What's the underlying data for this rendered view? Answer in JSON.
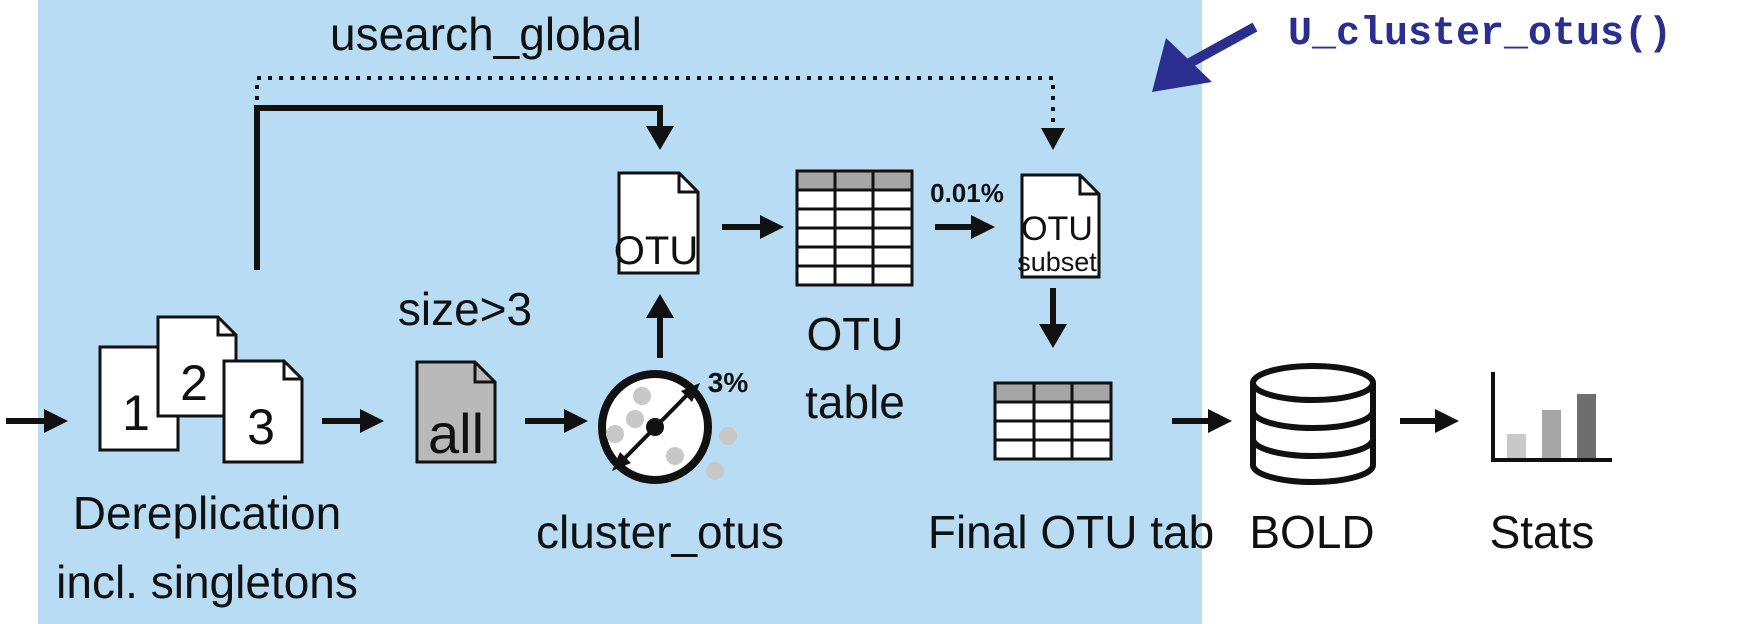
{
  "title": {
    "function_name": "U_cluster_otus()",
    "color": "#2a2f8f"
  },
  "colors": {
    "panel": "#b7dcf3",
    "stroke": "#111111",
    "doc_gray": "#b9b9b9",
    "header_gray": "#a6a6a6"
  },
  "edges": {
    "usearch_label": "usearch_global",
    "size_filter_label": "size>3",
    "percent_label": "3%",
    "abundance_label": "0.01%"
  },
  "nodes": {
    "derep_docs": [
      "1",
      "2",
      "3"
    ],
    "derep_label_line1": "Dereplication",
    "derep_label_line2": "incl. singletons",
    "all_doc": "all",
    "cluster_label": "cluster_otus",
    "otu_doc": "OTU",
    "otu_table_line1": "OTU",
    "otu_table_line2": "table",
    "otu_subset_line1": "OTU",
    "otu_subset_line2": "subset",
    "final_table_label": "Final OTU tab",
    "bold_label": "BOLD",
    "stats_label": "Stats"
  }
}
